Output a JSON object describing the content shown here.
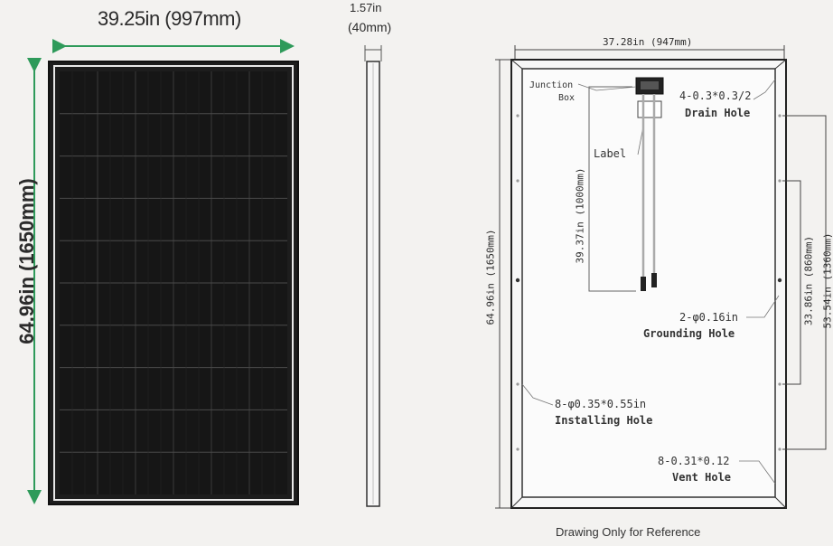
{
  "front": {
    "width_label": "39.25in (997mm)",
    "height_label": "64.96in (1650mm)",
    "cell_columns": 6,
    "cell_rows": 10,
    "arrow_color": "#2e9a5a",
    "panel_color": "#161616"
  },
  "side": {
    "thickness_label_line1": "1.57in",
    "thickness_label_line2": "(40mm)"
  },
  "back": {
    "width_label": "37.28in (947mm)",
    "height_label": "64.96in (1650mm)",
    "cable_length_label": "39.37in (1000mm)",
    "grounding_spacing_label": "33.86in (860mm)",
    "installing_spacing_label": "53.54in (1360mm)",
    "junction_box_label_line1": "Junction",
    "junction_box_label_line2": "Box",
    "label_text": "Label",
    "drain_hole_spec": "4-0.3*0.3/2",
    "drain_hole_label": "Drain Hole",
    "grounding_hole_spec": "2-φ0.16in",
    "grounding_hole_label": "Grounding Hole",
    "installing_hole_spec": "8-φ0.35*0.55in",
    "installing_hole_label": "Installing Hole",
    "vent_hole_spec": "8-0.31*0.12",
    "vent_hole_label": "Vent Hole"
  },
  "caption": "Drawing Only for Reference"
}
